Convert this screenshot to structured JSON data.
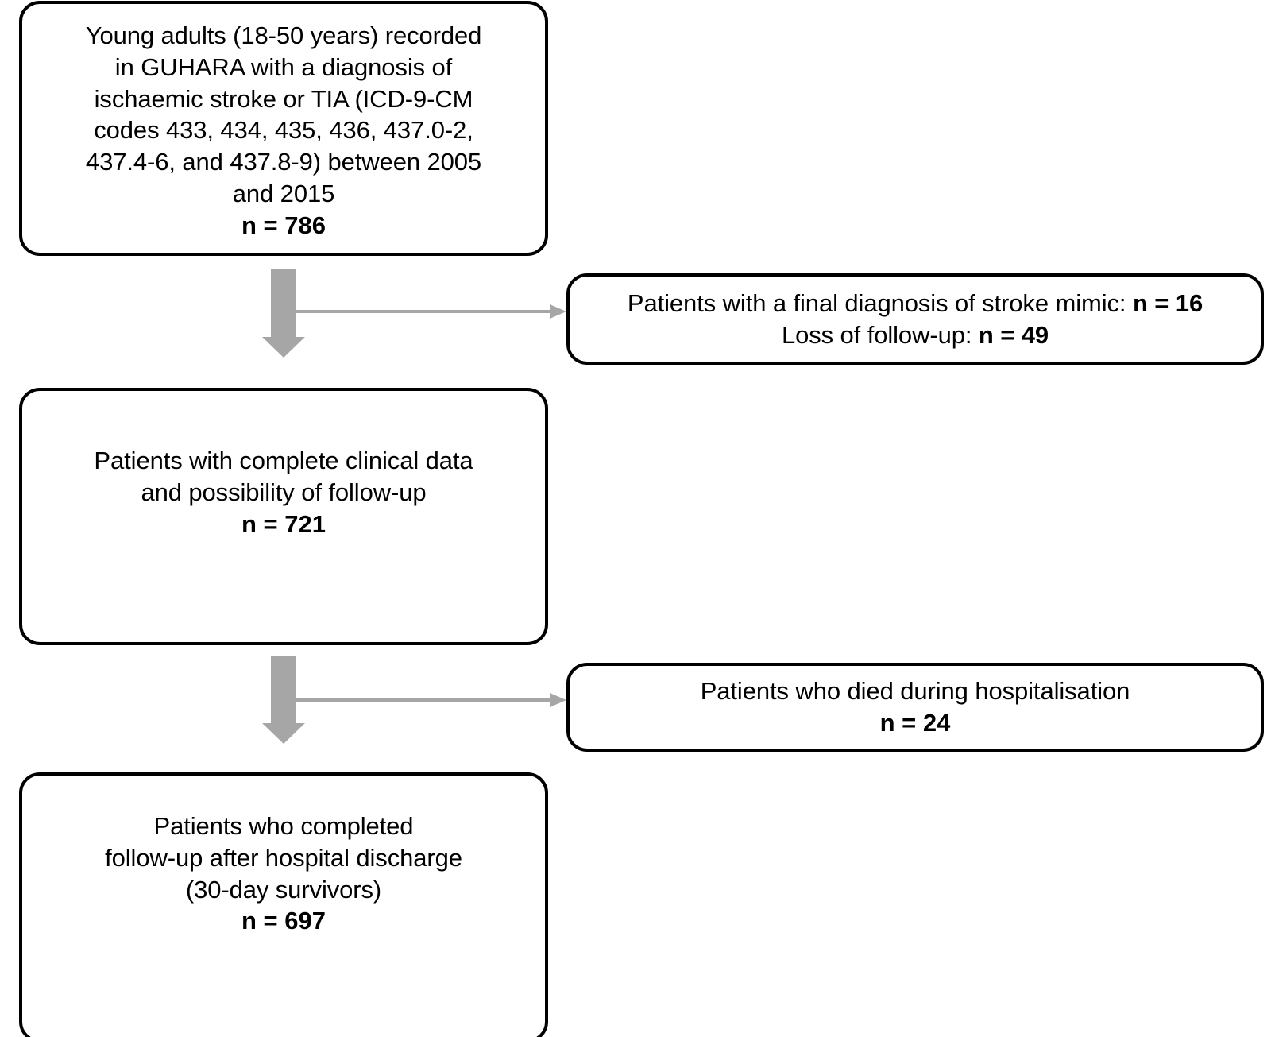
{
  "diagram": {
    "type": "patient-flow-diagram",
    "colors": {
      "node_border": "#000000",
      "node_fill": "#ffffff",
      "arrow": "#a6a6a6",
      "text": "#000000"
    },
    "nodes": {
      "cohort": {
        "text": "Young adults (18-50 years) recorded\nin GUHARA with a diagnosis of\nischaemic stroke or TIA (ICD-9-CM\ncodes 433, 434, 435, 436, 437.0-2,\n437.4-6, and 437.8-9) between 2005\nand 2015",
        "count": "n = 786"
      },
      "complete": {
        "text": "Patients with complete clinical data\nand possibility of follow-up",
        "count": "n = 721"
      },
      "survivors": {
        "text": "Patients who completed\nfollow-up after hospital discharge\n(30-day survivors)",
        "count": "n = 697"
      },
      "excluded_mimic": {
        "line1_label": "Patients with a final diagnosis of stroke mimic: ",
        "line1_count": "n = 16",
        "line2_label": "Loss of follow-up: ",
        "line2_count": "n = 49"
      },
      "excluded_died": {
        "text": "Patients who died during hospitalisation",
        "count": "n = 24"
      }
    },
    "connectors": [
      {
        "name": "cohort-to-complete",
        "style": "block-arrow",
        "direction": "down"
      },
      {
        "name": "exclude-mimic",
        "style": "line-arrow",
        "direction": "right"
      },
      {
        "name": "complete-to-survivors",
        "style": "block-arrow",
        "direction": "down"
      },
      {
        "name": "exclude-died",
        "style": "line-arrow",
        "direction": "right"
      }
    ]
  }
}
